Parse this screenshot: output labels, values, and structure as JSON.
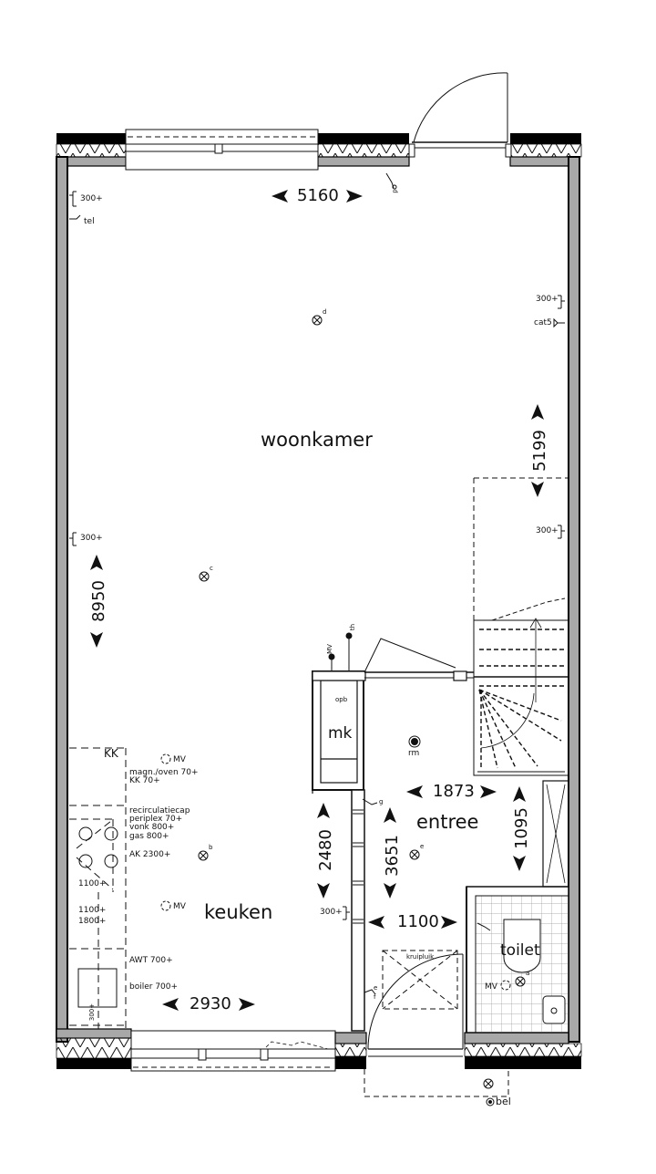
{
  "rooms": {
    "woonkamer": "woonkamer",
    "keuken": "keuken",
    "entree": "entree",
    "toilet": "toilet",
    "mk": "mk"
  },
  "dimensions": {
    "top_width": "5160",
    "right_living_depth": "5199",
    "left_depth": "8950",
    "entree_width": "1873",
    "entree_stair_depth": "1095",
    "keuken_wall": "2480",
    "entree_depth": "3651",
    "hall_width": "1100",
    "keuken_width": "2930"
  },
  "annotations": {
    "outlet_300_a": "300+",
    "tel": "tel",
    "outlet_300_b": "300+",
    "cat5": "cat5",
    "outlet_300_c": "300+",
    "outlet_300_d": "300+",
    "outlet_300_e": "300+",
    "kk": "KK",
    "mv_kitchen": "MV",
    "magn_oven": "magn./oven 70+",
    "kk70": "KK 70+",
    "recirculatiecap": "recirculatiecap",
    "periplex": "periplex 70+",
    "vonk": "vonk 800+",
    "gas": "gas 800+",
    "ak": "AK 2300+",
    "o1100a": "1100+",
    "o1100b": "1100+",
    "o1800": "1800+",
    "mv_keuken": "MV",
    "awt": "AWT 700+",
    "boiler": "boiler 700+",
    "o300_boiler": "300+",
    "opb": "opb",
    "rm": "rm",
    "th": "th",
    "mv_top": "MV",
    "kruipluik": "kruipluik",
    "mv_toilet": "MV",
    "bel": "bel",
    "light_a": "a",
    "light_b": "b",
    "light_c": "c",
    "light_d": "d",
    "light_e": "e",
    "sw_e": "e",
    "sw_f": "f",
    "sw_g": "g",
    "sw_p": "p"
  },
  "colors": {
    "wall_dark": "#000000",
    "wall_gray": "#a8a8a8",
    "line": "#111111",
    "background": "#ffffff"
  }
}
